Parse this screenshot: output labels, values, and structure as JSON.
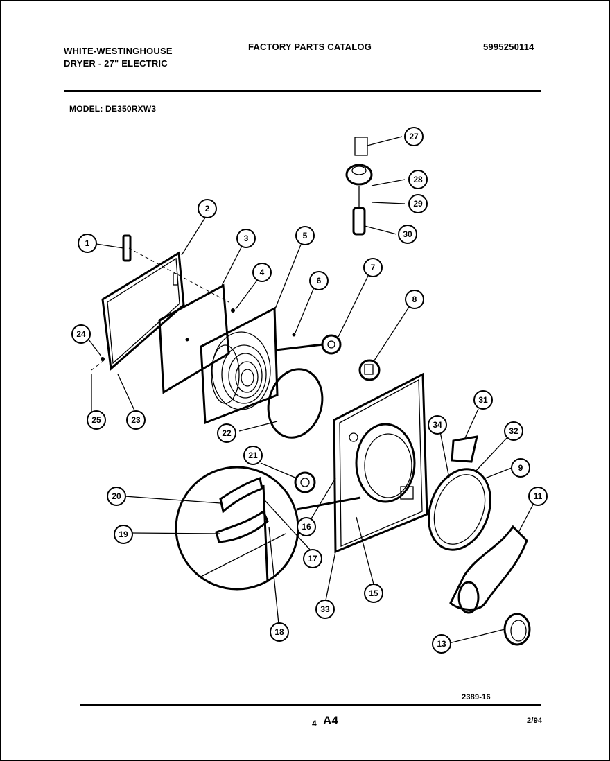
{
  "header": {
    "brand": "WHITE-WESTINGHOUSE",
    "subtitle": "DRYER - 27\" ELECTRIC",
    "catalog_title": "FACTORY PARTS CATALOG",
    "part_number": "5995250114"
  },
  "model_line": "MODEL: DE350RXW3",
  "footer": {
    "drawing_code": "2389-16",
    "page_number": "4",
    "page_code": "A4",
    "date": "2/94"
  },
  "callouts": [
    "1",
    "2",
    "3",
    "4",
    "5",
    "6",
    "7",
    "8",
    "9",
    "11",
    "13",
    "15",
    "16",
    "17",
    "18",
    "19",
    "20",
    "21",
    "22",
    "23",
    "24",
    "25",
    "27",
    "28",
    "29",
    "30",
    "31",
    "32",
    "33",
    "34"
  ]
}
